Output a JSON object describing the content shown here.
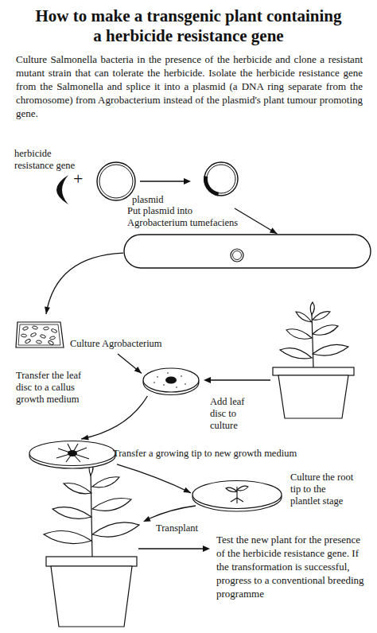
{
  "diagram": {
    "title": "How to make a transgenic plant containing a herbicide resistance gene",
    "nodes": [
      {
        "text": [
          "herbicide resistance gene"
        ]
      },
      {
        "text": [
          "plasmid"
        ]
      },
      {
        "text": [
          "Put plasmid into Agrobacterium tumefaciens"
        ]
      },
      {
        "text": [
          "Culture Agrobacterium"
        ]
      },
      {
        "text": [
          "Add leaf disc to culture"
        ]
      },
      {
        "text": [
          "Transfer the leaf disc to a callus growth medium"
        ]
      },
      {
        "text": [
          "Culture the root tip to the plantlet stage"
        ]
      }
    ],
    "edges": [
      {
        "from": 1,
        "to": 2,
        "arrow": "to"
      },
      {
        "from": 2,
        "to": 3,
        "arrow": "to"
      },
      {
        "from": 3,
        "to": 4,
        "arrow": "to"
      },
      {
        "from": 4,
        "to": 5,
        "arrow": "to"
      },
      {
        "from": 5,
        "to": 6,
        "label": "Transfer a growing tip to new growth medium",
        "arrow": "to"
      }
    ],
    "labels": [
      "Culture Salmonella bacteria in the presence of the herbicide and clone a resistant mutant strain that can tolerate the herbicide. Isolate the herbicide resistance gene from the Salmonella and splice it into a plasmid (a DNA ring separate from the chromosome) from Agrobacterium instead of the plasmid's plant tumour promoting gene.",
      "+",
      "Transplant",
      "Test the new plant for the presence of the herbicide resistance gene. If the transformation is successful, progress to a conventional breeding programme"
    ]
  }
}
